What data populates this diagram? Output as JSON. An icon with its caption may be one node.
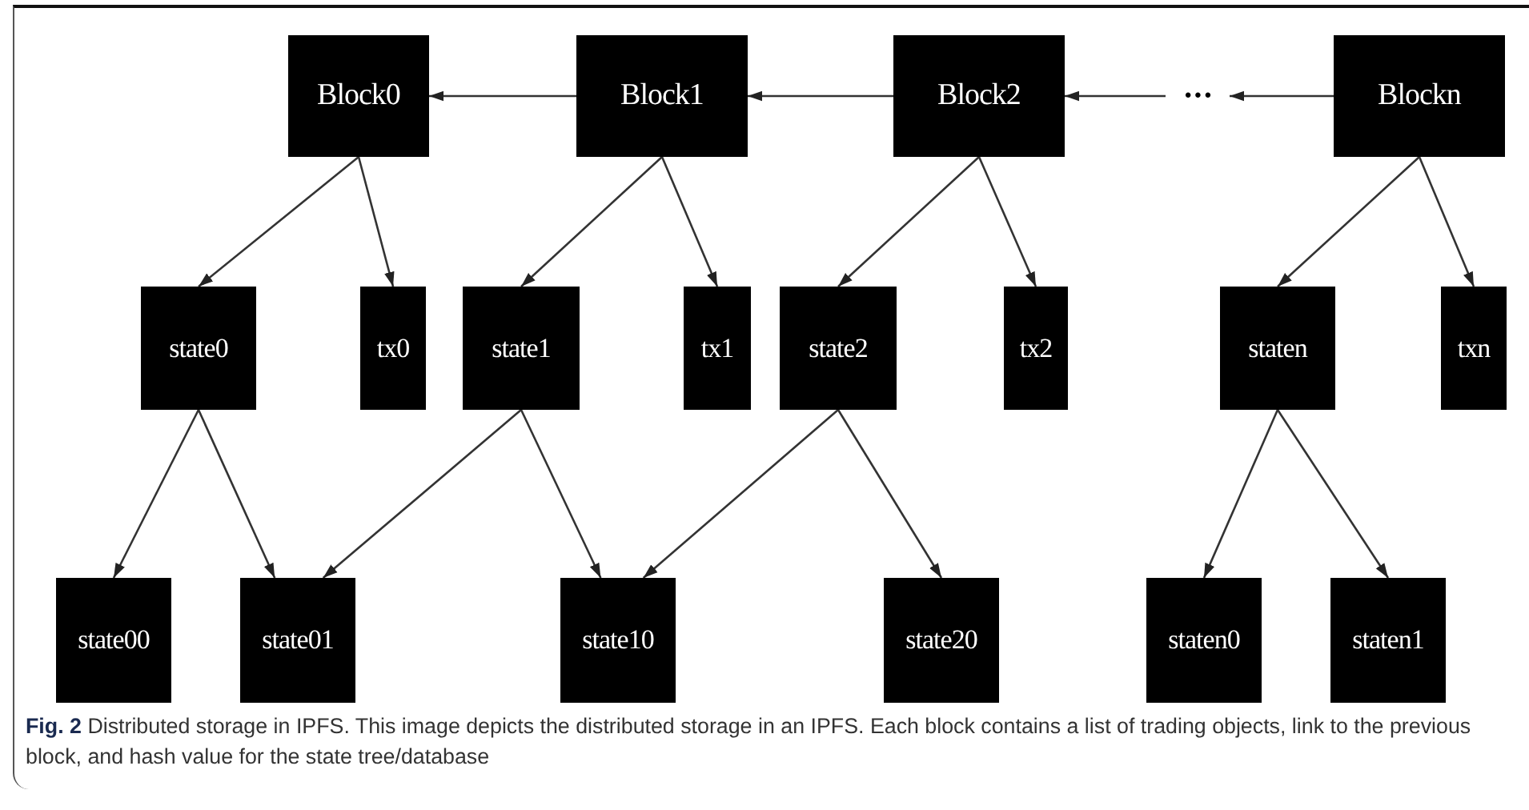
{
  "diagram": {
    "caption": "**Fig. 2**  Distributed storage in IPFS. This image depicts the distributed storage in an IPFS. Each block contains a list of trading objects, link to the previous block, and hash value for the state tree/database",
    "nodes": [
      {
        "text": [
          "Block0"
        ]
      },
      {
        "text": [
          "Block1"
        ]
      },
      {
        "text": [
          "Block2"
        ]
      },
      {
        "text": [
          "···"
        ]
      },
      {
        "text": [
          "Blockn"
        ]
      },
      {
        "text": [
          "state0"
        ]
      },
      {
        "text": [
          "tx0"
        ]
      },
      {
        "text": [
          "state1"
        ]
      },
      {
        "text": [
          "tx1"
        ]
      },
      {
        "text": [
          "state2"
        ]
      },
      {
        "text": [
          "tx2"
        ]
      },
      {
        "text": [
          "staten"
        ]
      },
      {
        "text": [
          "txn"
        ]
      },
      {
        "text": [
          "state00"
        ]
      },
      {
        "text": [
          "state01"
        ]
      },
      {
        "text": [
          "state10"
        ]
      },
      {
        "text": [
          "state20"
        ]
      },
      {
        "text": [
          "staten0"
        ]
      },
      {
        "text": [
          "staten1"
        ]
      }
    ],
    "edges": [
      {
        "from": 1,
        "to": 0,
        "arrow": "to"
      },
      {
        "from": 2,
        "to": 1,
        "arrow": "to"
      },
      {
        "from": 3,
        "to": 2,
        "arrow": "to"
      },
      {
        "from": 4,
        "to": 3,
        "arrow": "to"
      },
      {
        "from": 0,
        "to": 5,
        "arrow": "to"
      },
      {
        "from": 0,
        "to": 6,
        "arrow": "to"
      },
      {
        "from": 1,
        "to": 7,
        "arrow": "to"
      },
      {
        "from": 1,
        "to": 8,
        "arrow": "to"
      },
      {
        "from": 2,
        "to": 9,
        "arrow": "to"
      },
      {
        "from": 2,
        "to": 10,
        "arrow": "to"
      },
      {
        "from": 4,
        "to": 11,
        "arrow": "to"
      },
      {
        "from": 4,
        "to": 12,
        "arrow": "to"
      },
      {
        "from": 5,
        "to": 13,
        "arrow": "to"
      },
      {
        "from": 5,
        "to": 14,
        "arrow": "to"
      },
      {
        "from": 7,
        "to": 14,
        "arrow": "to"
      },
      {
        "from": 7,
        "to": 15,
        "arrow": "to"
      },
      {
        "from": 9,
        "to": 15,
        "arrow": "to"
      },
      {
        "from": 9,
        "to": 16,
        "arrow": "to"
      },
      {
        "from": 11,
        "to": 17,
        "arrow": "to"
      },
      {
        "from": 11,
        "to": 18,
        "arrow": "to"
      }
    ]
  }
}
